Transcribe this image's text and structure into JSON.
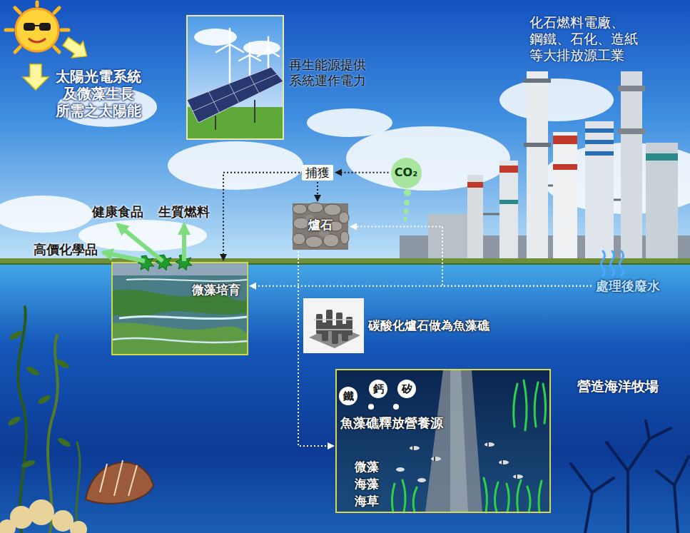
{
  "diagram": {
    "nodes": [
      {
        "text": [
          "捕獲"
        ]
      },
      {
        "text": [
          "CO₂"
        ]
      },
      {
        "text": [
          "爐石"
        ]
      },
      {
        "text": [
          "健康食品"
        ]
      },
      {
        "text": [
          "生質燃料"
        ]
      },
      {
        "text": [
          "高價化學品"
        ]
      },
      {
        "text": [
          "微藻培育"
        ]
      },
      {
        "text": [
          "處理後廢水"
        ]
      },
      {
        "text": [
          "碳酸化爐石做為魚藻礁"
        ]
      },
      {
        "text": [
          "營造海洋牧場",
          "魚藻礁釋放營養源",
          "微藻",
          "海藻",
          "海草"
        ]
      },
      {
        "text": [
          "鐵"
        ],
        "in": 9
      },
      {
        "text": [
          "鈣"
        ],
        "in": 9
      },
      {
        "text": [
          "矽"
        ],
        "in": 9
      }
    ],
    "edges": [
      {
        "from": 1,
        "to": 0,
        "arrow": "to"
      },
      {
        "from": 0,
        "to": 2,
        "arrow": "to"
      },
      {
        "from": 0,
        "to": 6,
        "arrow": "to"
      },
      {
        "from": 7,
        "to": 6,
        "arrow": "to"
      },
      {
        "from": 7,
        "to": 2,
        "arrow": "to"
      },
      {
        "from": 2,
        "to": 9,
        "arrow": "to"
      },
      {
        "from": 6,
        "to": 3,
        "arrow": "to"
      },
      {
        "from": 6,
        "to": 4,
        "arrow": "to"
      },
      {
        "from": 6,
        "to": 5,
        "arrow": "to"
      }
    ],
    "labels": [
      "太陽光電系統 及微藻生長 所需之太陽能",
      "再生能源提供 系統運作電力",
      "化石燃料電廠、 鋼鐵、石化、造紙 等大排放源工業"
    ]
  }
}
